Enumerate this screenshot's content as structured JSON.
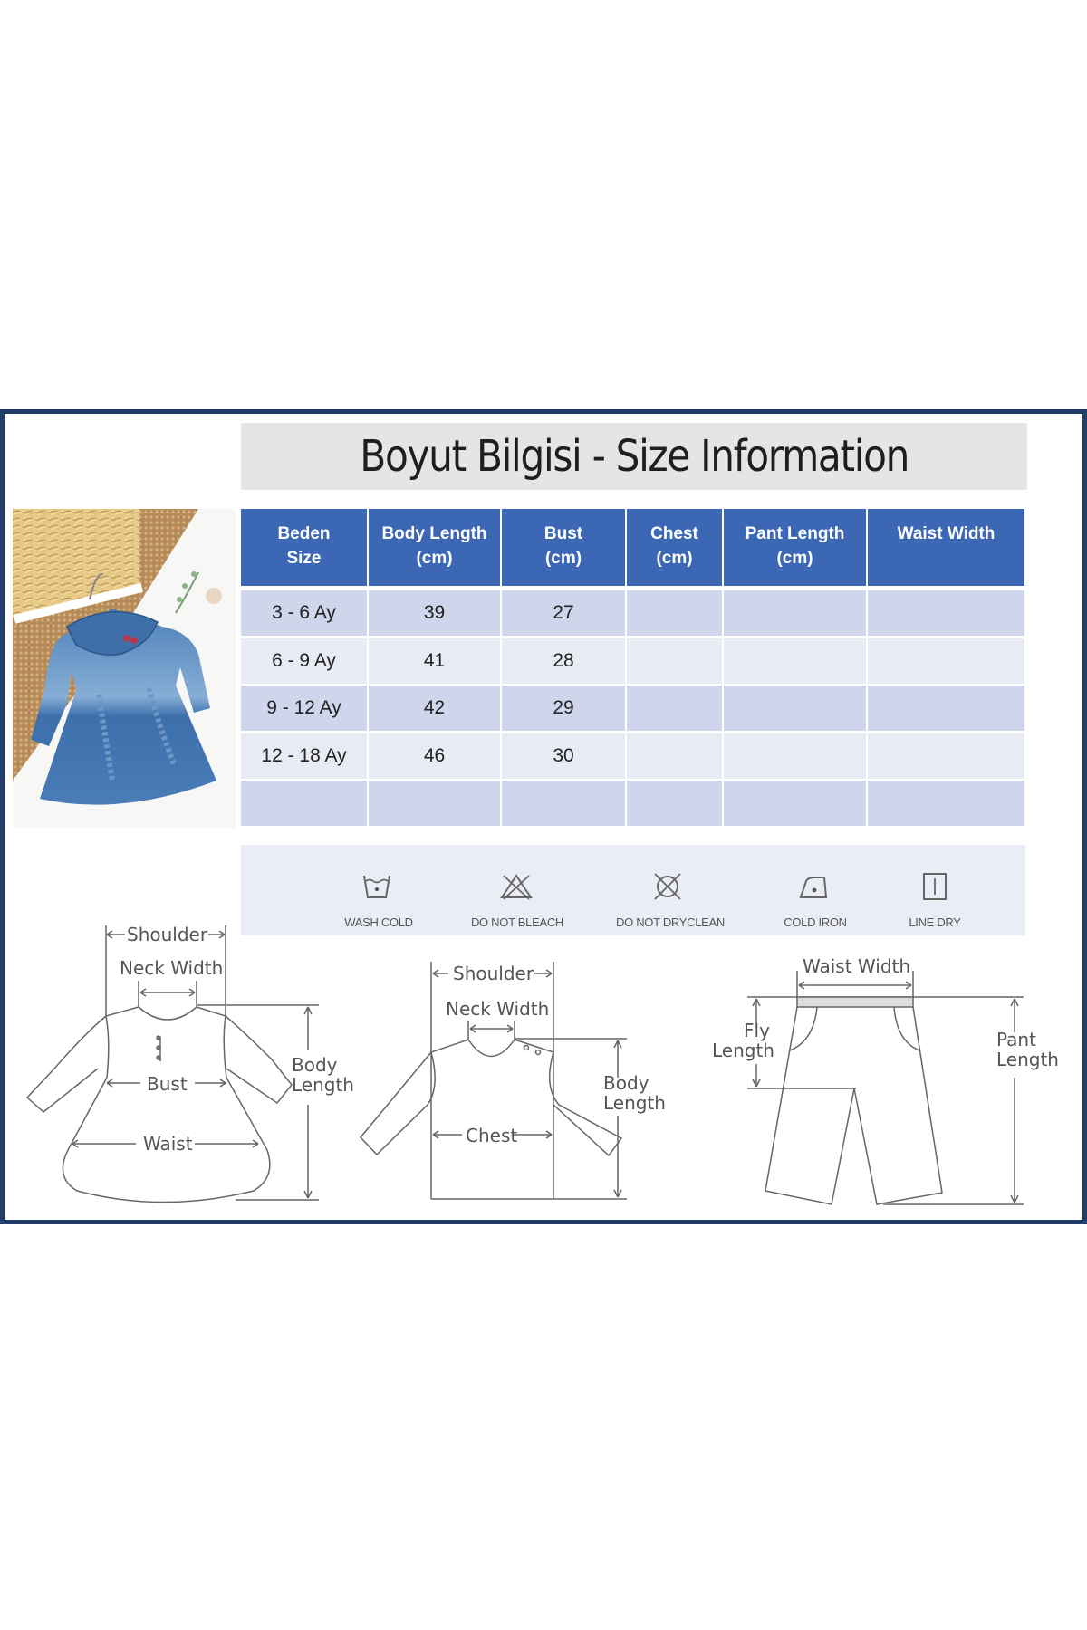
{
  "title": "Boyut Bilgisi - Size Information",
  "colors": {
    "frame_border": "#233d6b",
    "header_bg": "#3b67b5",
    "row_odd": "#cfd5eb",
    "row_even": "#e8ebf4",
    "title_bg": "#e6e5e6",
    "care_bg": "#eaedf5"
  },
  "product_image": {
    "description": "Blue denim baby dress with peter pan collar and ruffle trim"
  },
  "table": {
    "headers": [
      {
        "line1": "Beden",
        "line2": "Size"
      },
      {
        "line1": "Body Length",
        "line2": "(cm)"
      },
      {
        "line1": "Bust",
        "line2": "(cm)"
      },
      {
        "line1": "Chest",
        "line2": "(cm)"
      },
      {
        "line1": "Pant Length",
        "line2": "(cm)"
      },
      {
        "line1": "Waist Width",
        "line2": ""
      }
    ],
    "rows": [
      [
        "3 - 6 Ay",
        "39",
        "27",
        "",
        "",
        ""
      ],
      [
        "6 - 9 Ay",
        "41",
        "28",
        "",
        "",
        ""
      ],
      [
        "9 - 12 Ay",
        "42",
        "29",
        "",
        "",
        ""
      ],
      [
        "12 - 18 Ay",
        "46",
        "30",
        "",
        "",
        ""
      ],
      [
        "",
        "",
        "",
        "",
        "",
        ""
      ]
    ]
  },
  "care": [
    {
      "icon": "wash-cold-icon",
      "label": "WASH COLD"
    },
    {
      "icon": "do-not-bleach-icon",
      "label": "DO NOT BLEACH"
    },
    {
      "icon": "do-not-dryclean-icon",
      "label": "DO NOT DRYCLEAN"
    },
    {
      "icon": "cold-iron-icon",
      "label": "COLD IRON"
    },
    {
      "icon": "line-dry-icon",
      "label": "LINE DRY"
    }
  ],
  "diagrams": {
    "dress": {
      "shoulder": "Shoulder",
      "neck_width": "Neck Width",
      "bust": "Bust",
      "waist": "Waist",
      "body_length_1": "Body",
      "body_length_2": "Length"
    },
    "shirt": {
      "shoulder": "Shoulder",
      "neck_width": "Neck Width",
      "chest": "Chest",
      "body_length_1": "Body",
      "body_length_2": "Length"
    },
    "pants": {
      "waist_width": "Waist Width",
      "fly_length_1": "Fly",
      "fly_length_2": "Length",
      "pant_length_1": "Pant",
      "pant_length_2": "Length"
    }
  }
}
